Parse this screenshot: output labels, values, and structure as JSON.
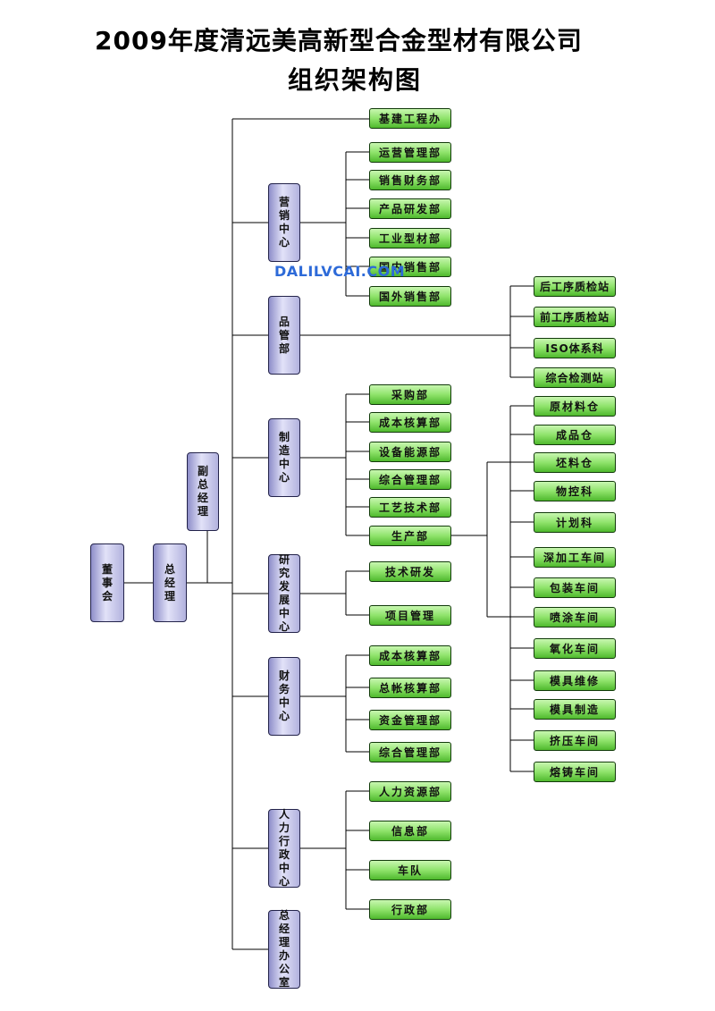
{
  "title": {
    "line1": "2009年度清远美高新型合金型材有限公司",
    "line2": "组织架构图"
  },
  "watermark": "DALILVCAI.COM",
  "colors": {
    "department_fill": "#8fe36b",
    "center_fill": "#c8c8ee",
    "connector": "#000000"
  },
  "units": {
    "board": "董事会",
    "general_manager": "总经理",
    "deputy_general_manager": "副总经理",
    "jijian": "基建工程办",
    "marketing": {
      "name": "营销中心",
      "depts": [
        "运营管理部",
        "销售财务部",
        "产品研发部",
        "工业型材部",
        "国内销售部",
        "国外销售部"
      ]
    },
    "quality": {
      "name": "品管部",
      "depts": [
        "后工序质检站",
        "前工序质检站",
        "ISO体系科",
        "综合检测站"
      ]
    },
    "manufacturing": {
      "name": "制造中心",
      "depts": [
        "采购部",
        "成本核算部",
        "设备能源部",
        "综合管理部",
        "工艺技术部",
        "生产部"
      ]
    },
    "production": {
      "depts": [
        "原材料仓",
        "成品仓",
        "坯料仓",
        "物控科",
        "计划科",
        "深加工车间",
        "包装车间",
        "喷涂车间",
        "氧化车间",
        "模具维修",
        "模具制造",
        "挤压车间",
        "熔铸车间"
      ]
    },
    "rd": {
      "name": "研究发展中心",
      "depts": [
        "技术研发",
        "项目管理"
      ]
    },
    "finance": {
      "name": "财务中心",
      "depts": [
        "成本核算部",
        "总帐核算部",
        "资金管理部",
        "综合管理部"
      ]
    },
    "hr": {
      "name": "人力行政中心",
      "depts": [
        "人力资源部",
        "信息部",
        "车队",
        "行政部"
      ]
    },
    "gm_office": "总经理办公室"
  }
}
